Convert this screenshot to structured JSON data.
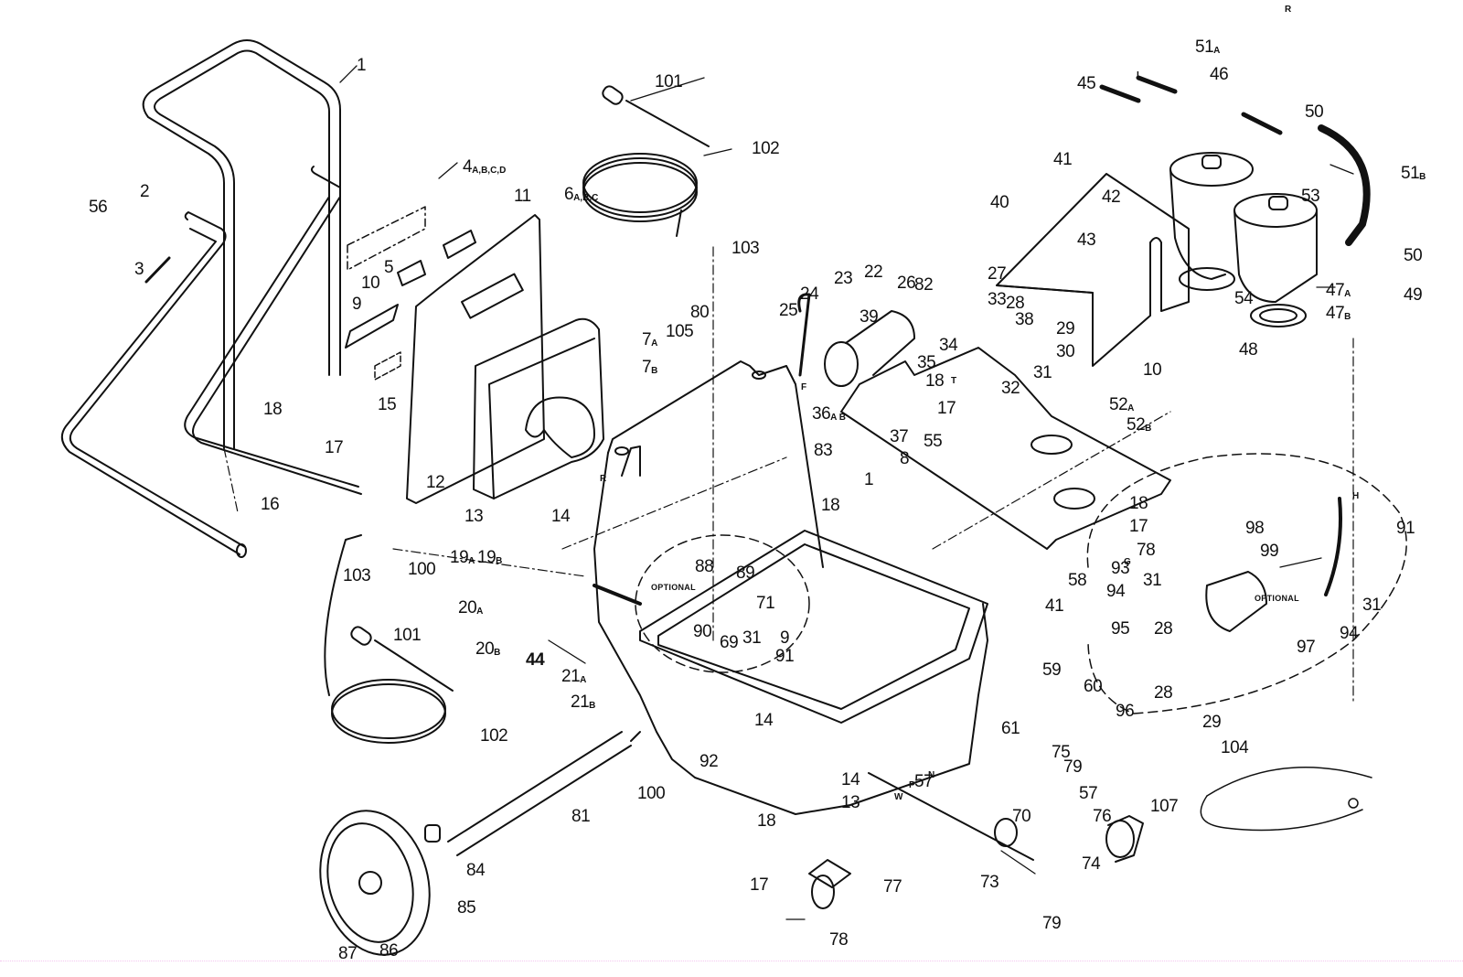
{
  "diagram": {
    "type": "exploded-parts-diagram",
    "subject": "carpet extractor machine assembly",
    "notes": {
      "optional_left": "OPTIONAL",
      "optional_right": "OPTIONAL"
    },
    "hose_letters": {
      "L": "L",
      "F": "F",
      "T": "T",
      "H": "H",
      "G": "G",
      "R1": "R",
      "R2": "R",
      "W": "W",
      "N": "N",
      "P": "P"
    },
    "callouts": [
      {
        "id": "c1",
        "num": "1",
        "sub": ""
      },
      {
        "id": "c1b",
        "num": "1",
        "sub": ""
      },
      {
        "id": "c2",
        "num": "2",
        "sub": ""
      },
      {
        "id": "c3",
        "num": "3",
        "sub": ""
      },
      {
        "id": "c4",
        "num": "4",
        "sub": "A,B,C,D"
      },
      {
        "id": "c5",
        "num": "5",
        "sub": ""
      },
      {
        "id": "c6",
        "num": "6",
        "sub": "A,B,C"
      },
      {
        "id": "c7a",
        "num": "7",
        "sub": "A"
      },
      {
        "id": "c7b",
        "num": "7",
        "sub": "B"
      },
      {
        "id": "c8",
        "num": "8",
        "sub": ""
      },
      {
        "id": "c9",
        "num": "9",
        "sub": ""
      },
      {
        "id": "c9b",
        "num": "9",
        "sub": ""
      },
      {
        "id": "c10a",
        "num": "10",
        "sub": ""
      },
      {
        "id": "c10b",
        "num": "10",
        "sub": ""
      },
      {
        "id": "c11",
        "num": "11",
        "sub": ""
      },
      {
        "id": "c12",
        "num": "12",
        "sub": ""
      },
      {
        "id": "c13a",
        "num": "13",
        "sub": ""
      },
      {
        "id": "c13b",
        "num": "13",
        "sub": ""
      },
      {
        "id": "c14a",
        "num": "14",
        "sub": ""
      },
      {
        "id": "c14b",
        "num": "14",
        "sub": ""
      },
      {
        "id": "c14c",
        "num": "14",
        "sub": ""
      },
      {
        "id": "c15",
        "num": "15",
        "sub": ""
      },
      {
        "id": "c16",
        "num": "16",
        "sub": ""
      },
      {
        "id": "c17a",
        "num": "17",
        "sub": ""
      },
      {
        "id": "c17b",
        "num": "17",
        "sub": ""
      },
      {
        "id": "c17c",
        "num": "17",
        "sub": ""
      },
      {
        "id": "c17d",
        "num": "17",
        "sub": ""
      },
      {
        "id": "c18a",
        "num": "18",
        "sub": ""
      },
      {
        "id": "c18b",
        "num": "18",
        "sub": ""
      },
      {
        "id": "c18c",
        "num": "18",
        "sub": ""
      },
      {
        "id": "c18d",
        "num": "18",
        "sub": ""
      },
      {
        "id": "c18e",
        "num": "18",
        "sub": ""
      },
      {
        "id": "c19a",
        "num": "19",
        "sub": "A"
      },
      {
        "id": "c19b",
        "num": "19",
        "sub": "B"
      },
      {
        "id": "c20a",
        "num": "20",
        "sub": "A"
      },
      {
        "id": "c20b",
        "num": "20",
        "sub": "B"
      },
      {
        "id": "c21a",
        "num": "21",
        "sub": "A"
      },
      {
        "id": "c21b",
        "num": "21",
        "sub": "B"
      },
      {
        "id": "c22",
        "num": "22",
        "sub": ""
      },
      {
        "id": "c23",
        "num": "23",
        "sub": ""
      },
      {
        "id": "c24",
        "num": "24",
        "sub": ""
      },
      {
        "id": "c25",
        "num": "25",
        "sub": ""
      },
      {
        "id": "c26",
        "num": "26",
        "sub": ""
      },
      {
        "id": "c27",
        "num": "27",
        "sub": ""
      },
      {
        "id": "c28a",
        "num": "28",
        "sub": ""
      },
      {
        "id": "c28b",
        "num": "28",
        "sub": ""
      },
      {
        "id": "c28c",
        "num": "28",
        "sub": ""
      },
      {
        "id": "c29a",
        "num": "29",
        "sub": ""
      },
      {
        "id": "c29b",
        "num": "29",
        "sub": ""
      },
      {
        "id": "c30",
        "num": "30",
        "sub": ""
      },
      {
        "id": "c31a",
        "num": "31",
        "sub": ""
      },
      {
        "id": "c31b",
        "num": "31",
        "sub": ""
      },
      {
        "id": "c31c",
        "num": "31",
        "sub": ""
      },
      {
        "id": "c31d",
        "num": "31",
        "sub": ""
      },
      {
        "id": "c32",
        "num": "32",
        "sub": ""
      },
      {
        "id": "c33",
        "num": "33",
        "sub": ""
      },
      {
        "id": "c34",
        "num": "34",
        "sub": ""
      },
      {
        "id": "c35",
        "num": "35",
        "sub": ""
      },
      {
        "id": "c36",
        "num": "36",
        "sub": "A B"
      },
      {
        "id": "c37",
        "num": "37",
        "sub": ""
      },
      {
        "id": "c38",
        "num": "38",
        "sub": ""
      },
      {
        "id": "c39",
        "num": "39",
        "sub": ""
      },
      {
        "id": "c40",
        "num": "40",
        "sub": ""
      },
      {
        "id": "c41a",
        "num": "41",
        "sub": ""
      },
      {
        "id": "c41b",
        "num": "41",
        "sub": ""
      },
      {
        "id": "c42",
        "num": "42",
        "sub": ""
      },
      {
        "id": "c43",
        "num": "43",
        "sub": ""
      },
      {
        "id": "c44",
        "num": "44",
        "sub": ""
      },
      {
        "id": "c45",
        "num": "45",
        "sub": ""
      },
      {
        "id": "c46",
        "num": "46",
        "sub": ""
      },
      {
        "id": "c47a",
        "num": "47",
        "sub": "A"
      },
      {
        "id": "c47b",
        "num": "47",
        "sub": "B"
      },
      {
        "id": "c48",
        "num": "48",
        "sub": ""
      },
      {
        "id": "c49",
        "num": "49",
        "sub": ""
      },
      {
        "id": "c50a",
        "num": "50",
        "sub": ""
      },
      {
        "id": "c50b",
        "num": "50",
        "sub": ""
      },
      {
        "id": "c51a",
        "num": "51",
        "sub": "A"
      },
      {
        "id": "c51b",
        "num": "51",
        "sub": "B"
      },
      {
        "id": "c52a",
        "num": "52",
        "sub": "A"
      },
      {
        "id": "c52b",
        "num": "52",
        "sub": "B"
      },
      {
        "id": "c53",
        "num": "53",
        "sub": ""
      },
      {
        "id": "c54",
        "num": "54",
        "sub": ""
      },
      {
        "id": "c55",
        "num": "55",
        "sub": ""
      },
      {
        "id": "c56",
        "num": "56",
        "sub": ""
      },
      {
        "id": "c57a",
        "num": "57",
        "sub": ""
      },
      {
        "id": "c57b",
        "num": "57",
        "sub": ""
      },
      {
        "id": "c58",
        "num": "58",
        "sub": ""
      },
      {
        "id": "c59",
        "num": "59",
        "sub": ""
      },
      {
        "id": "c60",
        "num": "60",
        "sub": ""
      },
      {
        "id": "c61",
        "num": "61",
        "sub": ""
      },
      {
        "id": "c69",
        "num": "69",
        "sub": ""
      },
      {
        "id": "c70",
        "num": "70",
        "sub": ""
      },
      {
        "id": "c71",
        "num": "71",
        "sub": ""
      },
      {
        "id": "c73",
        "num": "73",
        "sub": ""
      },
      {
        "id": "c74",
        "num": "74",
        "sub": ""
      },
      {
        "id": "c75",
        "num": "75",
        "sub": ""
      },
      {
        "id": "c76",
        "num": "76",
        "sub": ""
      },
      {
        "id": "c77",
        "num": "77",
        "sub": ""
      },
      {
        "id": "c78a",
        "num": "78",
        "sub": ""
      },
      {
        "id": "c78b",
        "num": "78",
        "sub": ""
      },
      {
        "id": "c79a",
        "num": "79",
        "sub": ""
      },
      {
        "id": "c79b",
        "num": "79",
        "sub": ""
      },
      {
        "id": "c80",
        "num": "80",
        "sub": ""
      },
      {
        "id": "c81",
        "num": "81",
        "sub": ""
      },
      {
        "id": "c82",
        "num": "82",
        "sub": ""
      },
      {
        "id": "c83",
        "num": "83",
        "sub": ""
      },
      {
        "id": "c84",
        "num": "84",
        "sub": ""
      },
      {
        "id": "c85",
        "num": "85",
        "sub": ""
      },
      {
        "id": "c86",
        "num": "86",
        "sub": ""
      },
      {
        "id": "c87",
        "num": "87",
        "sub": ""
      },
      {
        "id": "c88",
        "num": "88",
        "sub": ""
      },
      {
        "id": "c89",
        "num": "89",
        "sub": ""
      },
      {
        "id": "c90",
        "num": "90",
        "sub": ""
      },
      {
        "id": "c91a",
        "num": "91",
        "sub": ""
      },
      {
        "id": "c91b",
        "num": "91",
        "sub": ""
      },
      {
        "id": "c92",
        "num": "92",
        "sub": ""
      },
      {
        "id": "c93",
        "num": "93",
        "sub": ""
      },
      {
        "id": "c94a",
        "num": "94",
        "sub": ""
      },
      {
        "id": "c94b",
        "num": "94",
        "sub": ""
      },
      {
        "id": "c95",
        "num": "95",
        "sub": ""
      },
      {
        "id": "c96",
        "num": "96",
        "sub": ""
      },
      {
        "id": "c97",
        "num": "97",
        "sub": ""
      },
      {
        "id": "c98",
        "num": "98",
        "sub": ""
      },
      {
        "id": "c99",
        "num": "99",
        "sub": ""
      },
      {
        "id": "c100a",
        "num": "100",
        "sub": ""
      },
      {
        "id": "c100b",
        "num": "100",
        "sub": ""
      },
      {
        "id": "c101a",
        "num": "101",
        "sub": ""
      },
      {
        "id": "c101b",
        "num": "101",
        "sub": ""
      },
      {
        "id": "c102a",
        "num": "102",
        "sub": ""
      },
      {
        "id": "c102b",
        "num": "102",
        "sub": ""
      },
      {
        "id": "c103a",
        "num": "103",
        "sub": ""
      },
      {
        "id": "c103b",
        "num": "103",
        "sub": ""
      },
      {
        "id": "c104",
        "num": "104",
        "sub": ""
      },
      {
        "id": "c105",
        "num": "105",
        "sub": ""
      },
      {
        "id": "c107",
        "num": "107",
        "sub": ""
      }
    ]
  }
}
